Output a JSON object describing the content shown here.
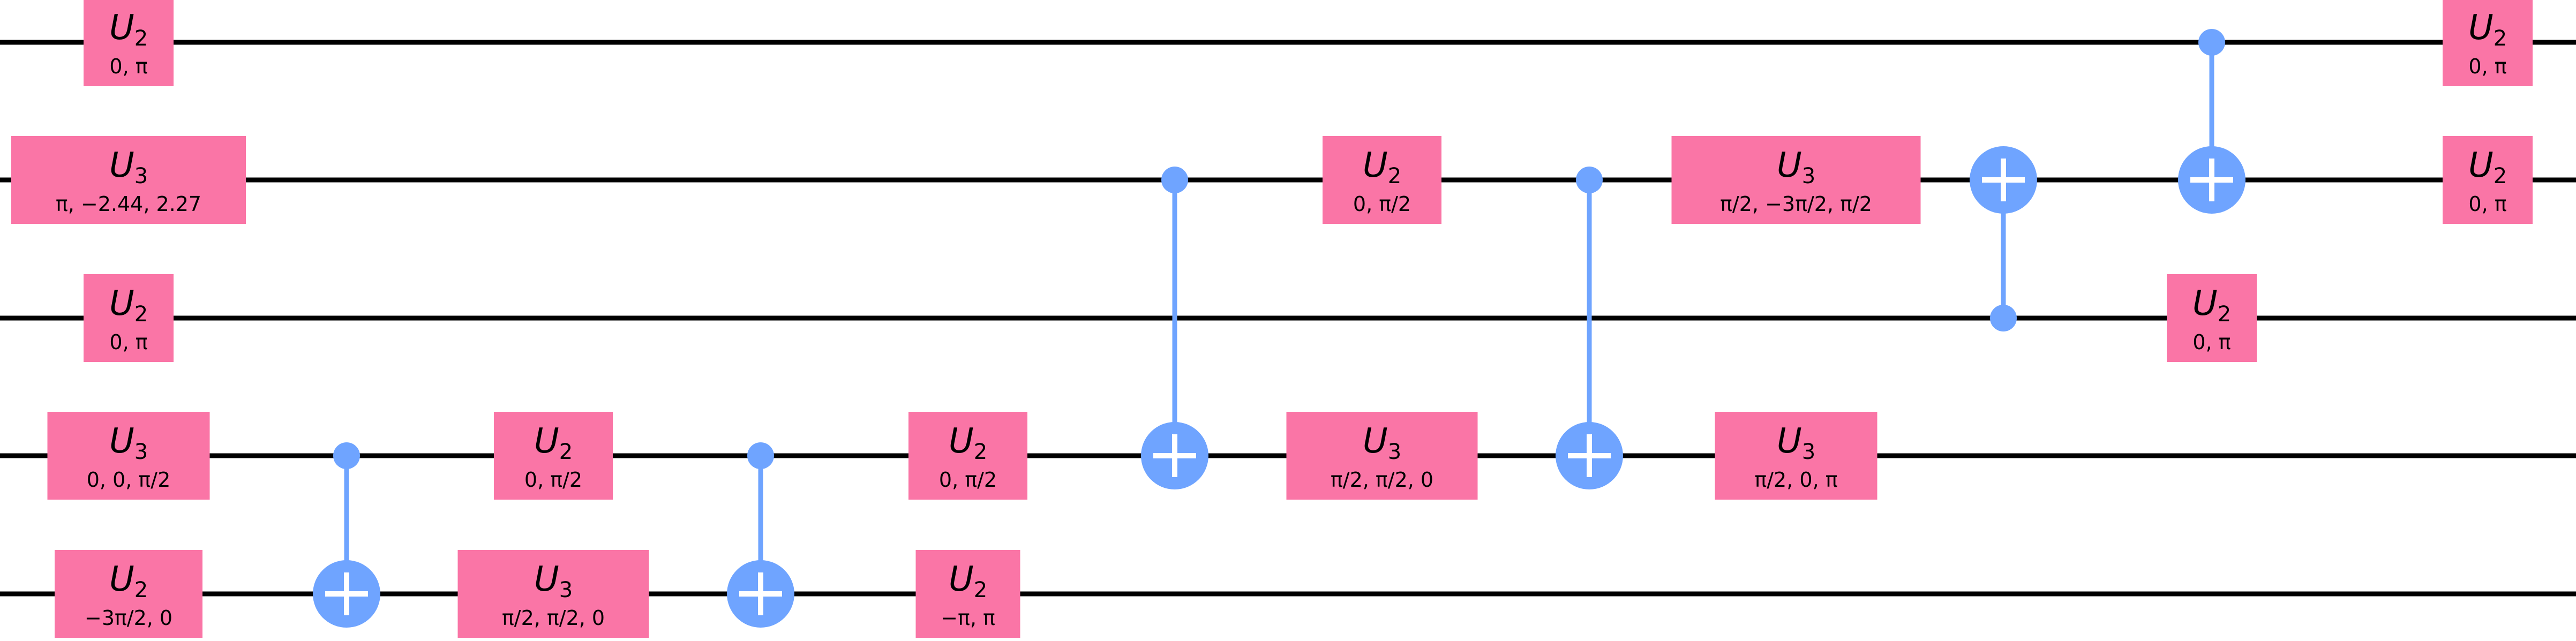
{
  "colors": {
    "wire": "#000000",
    "gate_fill": "#FA75A6",
    "control": "#6FA4FF",
    "target_cross": "#ffffff"
  },
  "circuit": {
    "num_qubits": 5,
    "gates": [
      {
        "type": "U2",
        "name": "U",
        "sub": "2",
        "params": "0, π",
        "qubit": 0,
        "col": 0
      },
      {
        "type": "U3",
        "name": "U",
        "sub": "3",
        "params": "π, −2.44, 2.27",
        "qubit": 1,
        "col": 0
      },
      {
        "type": "U2",
        "name": "U",
        "sub": "2",
        "params": "0, π",
        "qubit": 2,
        "col": 0
      },
      {
        "type": "U3",
        "name": "U",
        "sub": "3",
        "params": "0, 0, π/2",
        "qubit": 3,
        "col": 0
      },
      {
        "type": "U2",
        "name": "U",
        "sub": "2",
        "params": "−3π/2, 0",
        "qubit": 4,
        "col": 0
      },
      {
        "type": "CX",
        "control": 3,
        "target": 4,
        "col": 1
      },
      {
        "type": "U2",
        "name": "U",
        "sub": "2",
        "params": "0, π/2",
        "qubit": 3,
        "col": 2
      },
      {
        "type": "U3",
        "name": "U",
        "sub": "3",
        "params": "π/2, π/2, 0",
        "qubit": 4,
        "col": 2
      },
      {
        "type": "CX",
        "control": 3,
        "target": 4,
        "col": 3
      },
      {
        "type": "U2",
        "name": "U",
        "sub": "2",
        "params": "0, π/2",
        "qubit": 3,
        "col": 4
      },
      {
        "type": "U2",
        "name": "U",
        "sub": "2",
        "params": "−π, π",
        "qubit": 4,
        "col": 4
      },
      {
        "type": "CX",
        "control": 1,
        "target": 3,
        "col": 5
      },
      {
        "type": "U2",
        "name": "U",
        "sub": "2",
        "params": "0, π/2",
        "qubit": 1,
        "col": 6
      },
      {
        "type": "U3",
        "name": "U",
        "sub": "3",
        "params": "π/2, π/2, 0",
        "qubit": 3,
        "col": 6
      },
      {
        "type": "CX",
        "control": 1,
        "target": 3,
        "col": 7
      },
      {
        "type": "U3",
        "name": "U",
        "sub": "3",
        "params": "π/2, −3π/2, π/2",
        "qubit": 1,
        "col": 8
      },
      {
        "type": "U3",
        "name": "U",
        "sub": "3",
        "params": "π/2, 0, π",
        "qubit": 3,
        "col": 8
      },
      {
        "type": "CX",
        "control": 2,
        "target": 1,
        "col": 9
      },
      {
        "type": "CX",
        "control": 0,
        "target": 1,
        "col": 10
      },
      {
        "type": "U2",
        "name": "U",
        "sub": "2",
        "params": "0, π",
        "qubit": 2,
        "col": 10
      },
      {
        "type": "U2",
        "name": "U",
        "sub": "2",
        "params": "0, π",
        "qubit": 0,
        "col": 11
      },
      {
        "type": "U2",
        "name": "U",
        "sub": "2",
        "params": "0, π",
        "qubit": 1,
        "col": 11
      }
    ]
  }
}
